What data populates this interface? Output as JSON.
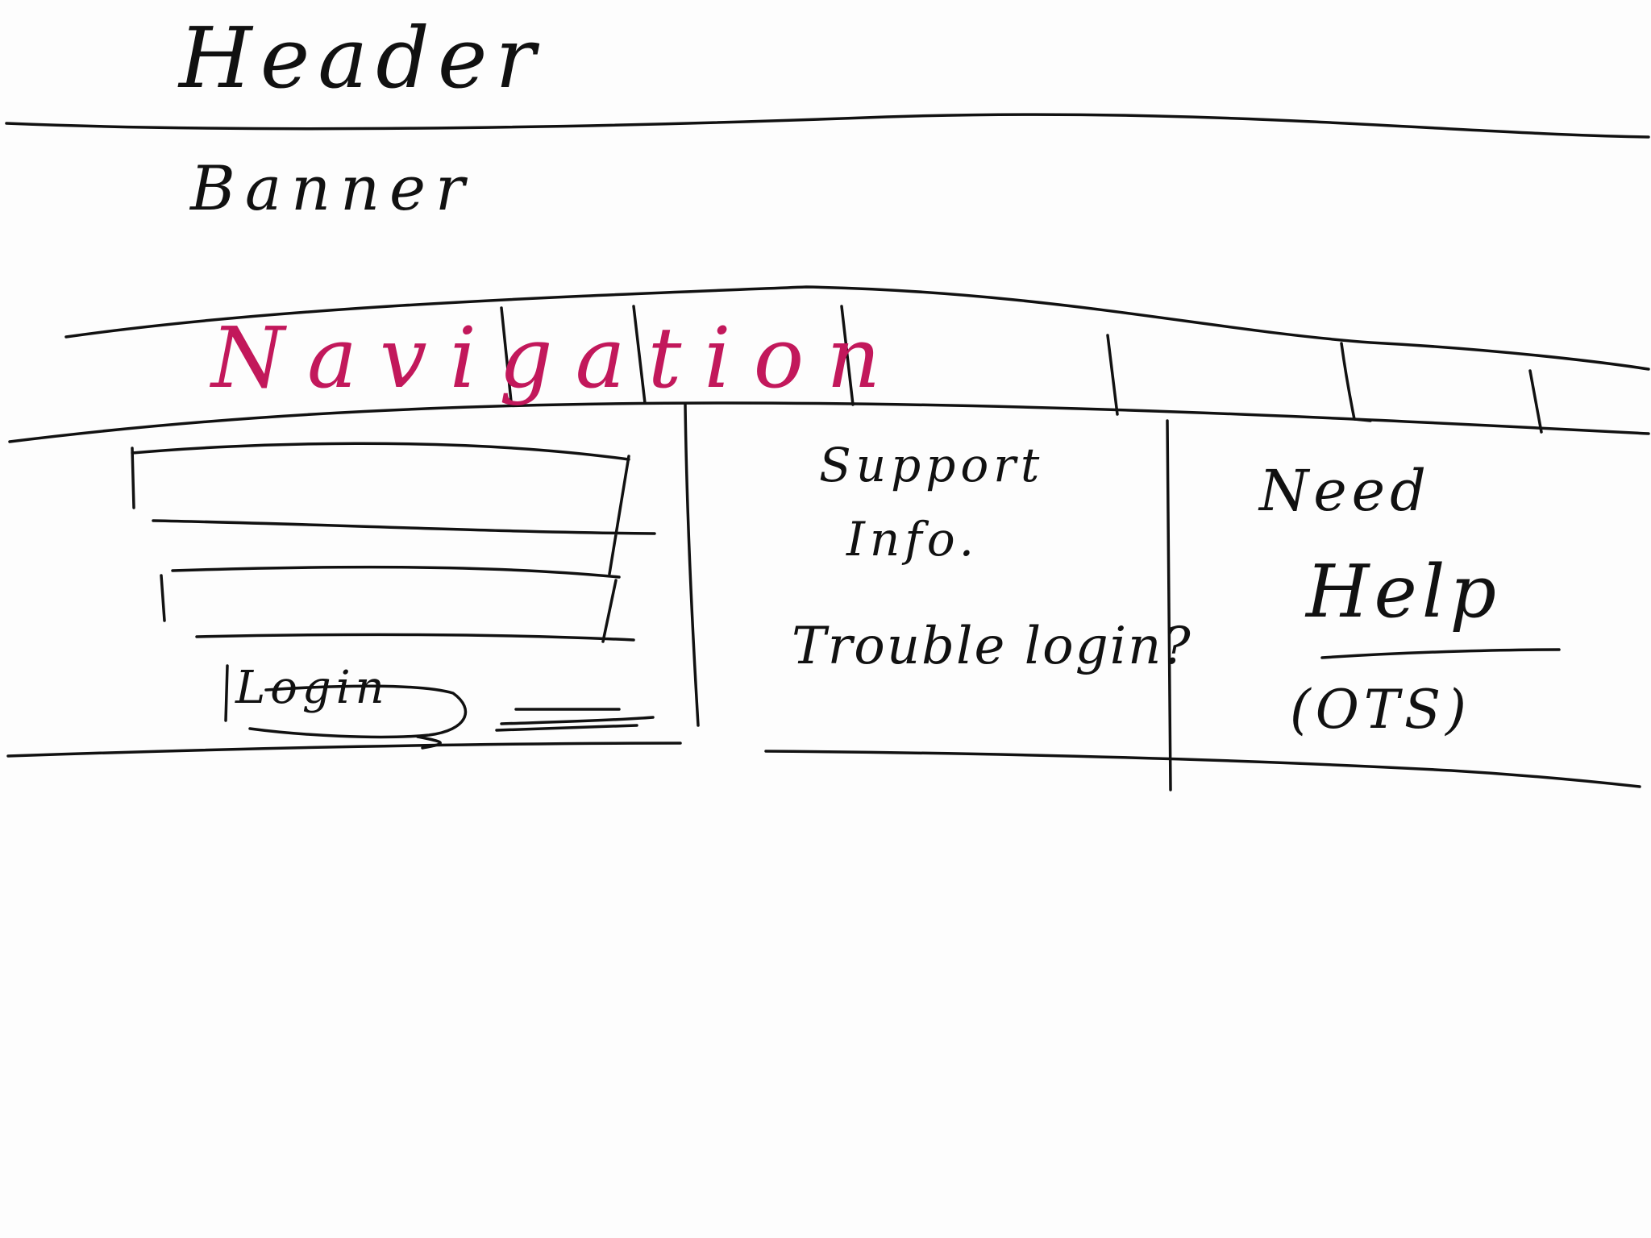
{
  "sketch": {
    "header": {
      "text": "Header"
    },
    "banner": {
      "text": "Banner"
    },
    "navigation": {
      "text": "Navigation",
      "color": "#c2185b"
    },
    "login_panel": {
      "fields": [
        "",
        ""
      ],
      "login_button": {
        "text": "Login"
      }
    },
    "support_panel": {
      "title_line1": "Support",
      "title_line2": "Info.",
      "trouble_text": "Trouble login?"
    },
    "help_panel": {
      "line1": "Need",
      "line2": "Help",
      "line3": "(OTS)"
    }
  },
  "ink_color": "#111111"
}
